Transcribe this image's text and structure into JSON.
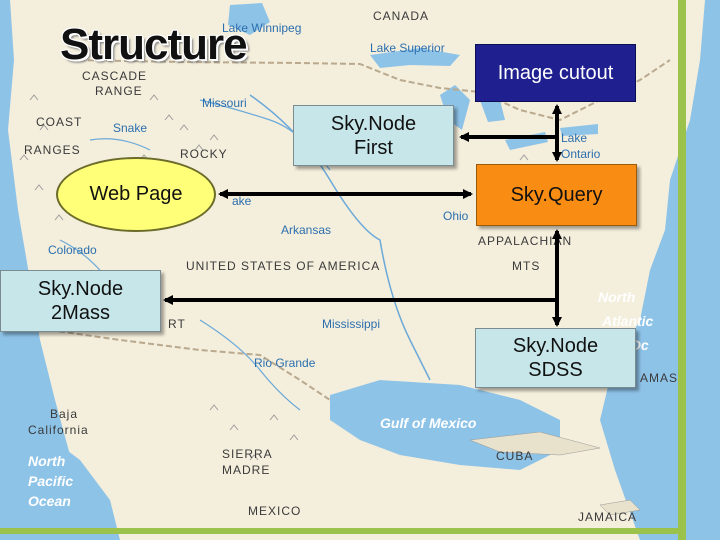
{
  "title": "Structure",
  "nodes": {
    "image_cutout": "Image cutout",
    "skynode_first": "Sky.Node\nFirst",
    "web_page": "Web Page",
    "skyquery": "Sky.Query",
    "skynode_2mass": "Sky.Node\n2Mass",
    "skynode_sdss": "Sky.Node\nSDSS"
  },
  "map_labels": {
    "canada": "CANADA",
    "lake_winnipeg": "Lake Winnipeg",
    "lake_superior": "Lake Superior",
    "cascade_range": "CASCADE\nRANGE",
    "coast_ranges": "COAST\nRANGES",
    "snake": "Snake",
    "missouri": "Missouri",
    "rocky": "ROCKY",
    "lake_ontario": "Lake\nOntario",
    "ohio": "Ohio",
    "arkansas": "Arkansas",
    "appalachian": "APPALACHIAN",
    "mts": "MTS",
    "colorado": "Colorado",
    "usa": "UNITED STATES OF AMERICA",
    "mississippi": "Mississippi",
    "rio_grande": "Rio Grande",
    "north_atlantic": "North\nAtlantic\nOcean",
    "bahamas": "AMAS",
    "baja_california": "Baja\nCalifornia",
    "gulf_of_mexico": "Gulf of Mexico",
    "sierra_madre": "SIERRA\nMADRE",
    "cuba": "CUBA",
    "north_pacific": "North\nPacific\nOcean",
    "mexico": "MEXICO",
    "jamaica": "JAMAICA",
    "rt_fragment": "RT",
    "lake_fragment": "ake"
  },
  "colors": {
    "land": "#f4eedc",
    "water": "#8ec3e8",
    "green_border": "#9bc24a",
    "arrow": "#000000",
    "skyquery": "#f98c13",
    "skynode": "#c6e6ea",
    "web_page": "#ffff78",
    "image_cutout": "#1f1f8f"
  }
}
